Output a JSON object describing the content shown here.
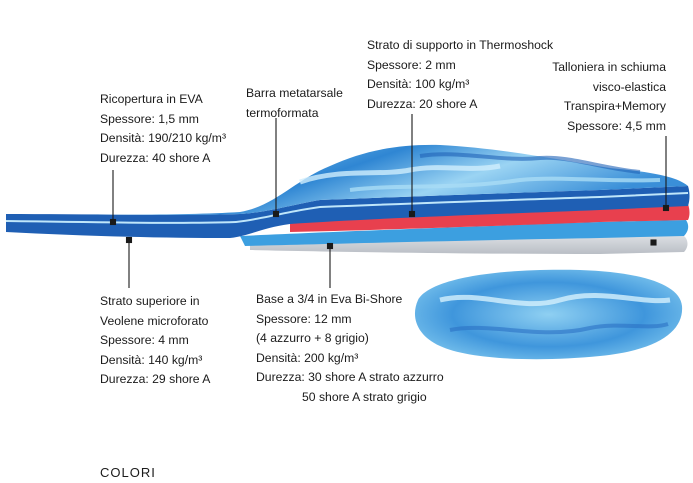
{
  "labels": {
    "thermoshock": {
      "title": "Strato di supporto in Thermoshock",
      "lines": [
        "Spessore: 2 mm",
        "Densità: 100 kg/m³",
        "Durezza: 20 shore A"
      ]
    },
    "talloniera": {
      "title": "Talloniera in schiuma",
      "lines": [
        "visco-elastica",
        "Transpira+Memory",
        "Spessore: 4,5 mm"
      ]
    },
    "ricopertura": {
      "title": "Ricopertura in EVA",
      "lines": [
        "Spessore: 1,5 mm",
        "Densità: 190/210 kg/m³",
        "Durezza: 40 shore A"
      ]
    },
    "barra": {
      "title": "Barra metatarsale",
      "lines": [
        "termoformata"
      ]
    },
    "strato_superiore": {
      "title": "Strato superiore in",
      "lines": [
        "Veolene microforato",
        "Spessore: 4 mm",
        "Densità: 140 kg/m³",
        "Durezza: 29 shore A"
      ]
    },
    "base": {
      "title": "Base a 3/4 in Eva Bi-Shore",
      "lines": [
        "Spessore: 12 mm",
        "(4 azzurro + 8 grigio)",
        "Densità: 200 kg/m³",
        "Durezza: 30 shore A strato azzurro",
        "50 shore A strato grigio"
      ]
    }
  },
  "footer": {
    "colori": "COLORI"
  },
  "colors": {
    "top_blue": "#3f8fd6",
    "light_blue": "#8fd0f2",
    "dark_blue": "#1f5fb4",
    "thermoshock_red": "#e8404e",
    "base_blue": "#3c9fe0",
    "base_grey": "#c8ccd2",
    "leader": "#1a1a1a"
  }
}
